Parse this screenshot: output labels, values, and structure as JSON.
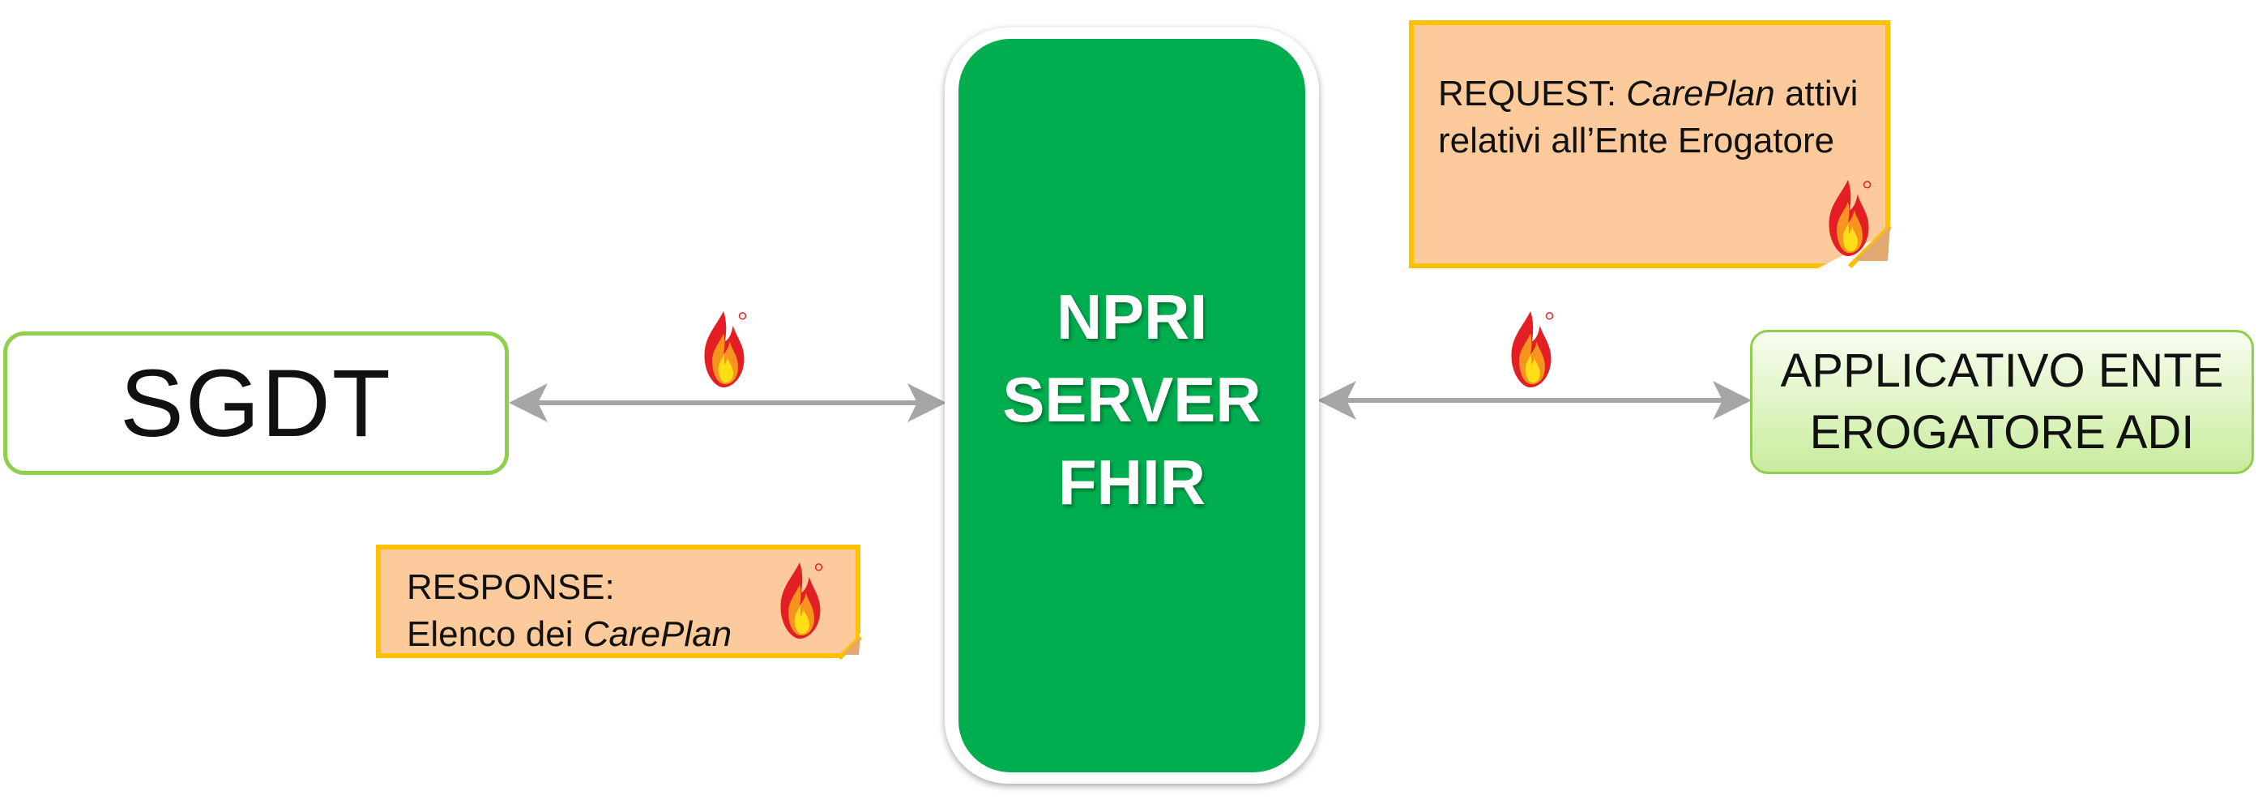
{
  "left_system": {
    "label": "SGDT"
  },
  "server": {
    "lines": [
      "NPRI",
      "SERVER",
      "FHIR"
    ]
  },
  "right_system": {
    "lines": [
      "APPLICATIVO ENTE",
      "EROGATORE ADI"
    ]
  },
  "request_note": {
    "prefix": "REQUEST: ",
    "italic": "CarePlan",
    "suffix": " attivi",
    "line2": "relativi all’Ente Erogatore"
  },
  "response_note": {
    "line1": "RESPONSE:",
    "line2_prefix": "Elenco dei ",
    "line2_italic": "CarePlan"
  },
  "icons": [
    "fhir-flame-icon"
  ],
  "colors": {
    "server_green": "#00ae4f",
    "box_border_green": "#8fcf4b",
    "note_fill": "#fdcb9b",
    "note_border": "#ffc000",
    "arrow_gray": "#a6a6a6"
  }
}
